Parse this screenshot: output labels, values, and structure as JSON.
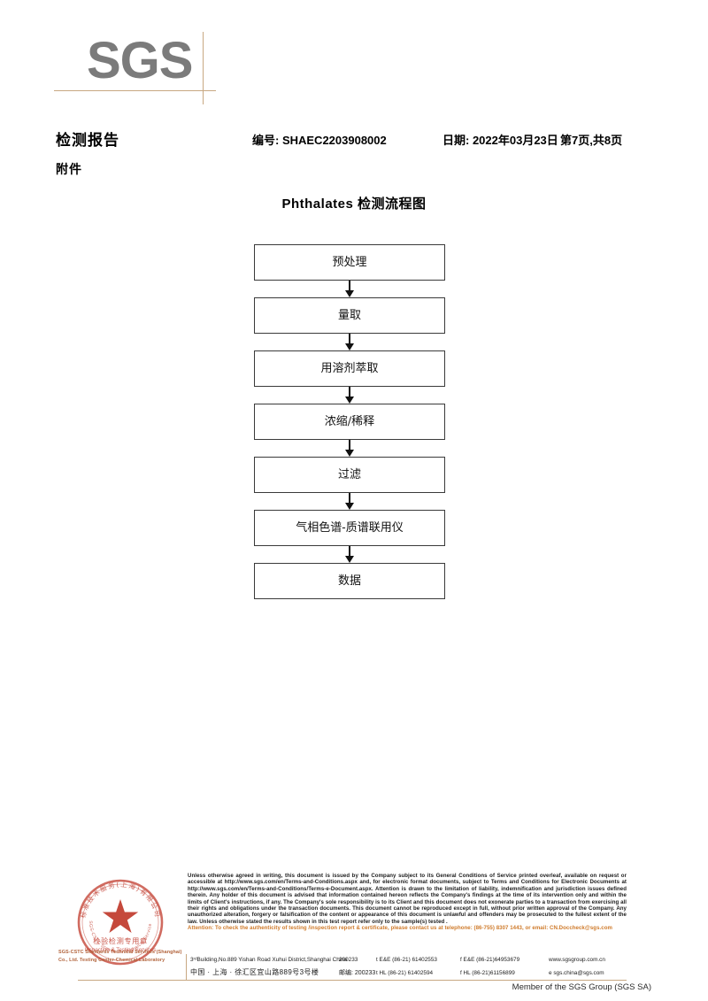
{
  "header": {
    "logo_text": "SGS",
    "report_title": "检测报告",
    "attachment_label": "附件",
    "report_no": "编号: SHAEC2203908002",
    "date": "日期: 2022年03月23日",
    "page": "第7页,共8页"
  },
  "flowchart": {
    "title": "Phthalates 检测流程图",
    "steps": [
      {
        "label": "预处理"
      },
      {
        "label": "量取"
      },
      {
        "label": "用溶剂萃取"
      },
      {
        "label": "浓缩/稀释"
      },
      {
        "label": "过滤"
      },
      {
        "label": "气相色谱-质谱联用仪"
      },
      {
        "label": "数据"
      }
    ]
  },
  "stamp": {
    "outer_text_cn": "标准技术服务(上海)有限公司",
    "outer_text_en": "SGS-CSTC Standards Technical Services",
    "center_line1": "检验检测专用章",
    "center_line2": "Inspection & Testing Services",
    "caption": "SGS-CSTC Standards Technical Services (Shanghai) Co., Ltd. Testing Center-Chemical Laboratory",
    "color": "#c0392b"
  },
  "footer": {
    "legal_text": "Unless otherwise agreed in writing, this document is issued by the Company subject to its General Conditions of Service printed overleaf, available on request or accessible at http://www.sgs.com/en/Terms-and-Conditions.aspx and, for electronic format documents, subject to Terms and Conditions for Electronic Documents at http://www.sgs.com/en/Terms-and-Conditions/Terms-e-Document.aspx. Attention is drawn to the limitation of liability, indemnification and jurisdiction issues defined therein. Any holder of this document is advised that information contained hereon reflects the Company's findings at the time of its intervention only and within the limits of Client's instructions, if any. The Company's sole responsibility is to its Client and this document does not exonerate parties to a transaction from exercising all their rights and obligations under the transaction documents. This document cannot be reproduced except in full, without prior written approval of the Company. Any unauthorized alteration, forgery or falsification of the content or appearance of this document is unlawful and offenders may be prosecuted to the fullest extent of the law. Unless otherwise stated the results shown in this test report refer only to the sample(s) tested .",
    "attention_text": "Attention: To check the authenticity of testing /inspection report & certificate, please contact us at telephone: (86-755) 8307 1443, or email: CN.Doccheck@sgs.com",
    "attention_color": "#cf7a2a",
    "address_en": "3ʳᵈBuilding,No.889 Yishan Road Xuhui District,Shanghai China",
    "address_cn": "中国 · 上海 · 徐汇区宜山路889号3号楼",
    "zip_en": "200233",
    "zip_cn_label": "邮编:",
    "zip_cn": "200233",
    "tel_ee": "t E&E (86-21) 61402553",
    "fax_ee": "f E&E (86-21)64953679",
    "tel_hl": "t HL (86-21) 61402594",
    "fax_hl": "f HL (86-21)61156899",
    "website": "www.sgsgroup.com.cn",
    "email": "e  sgs.china@sgs.com",
    "member_line": "Member of the SGS Group (SGS SA)"
  }
}
